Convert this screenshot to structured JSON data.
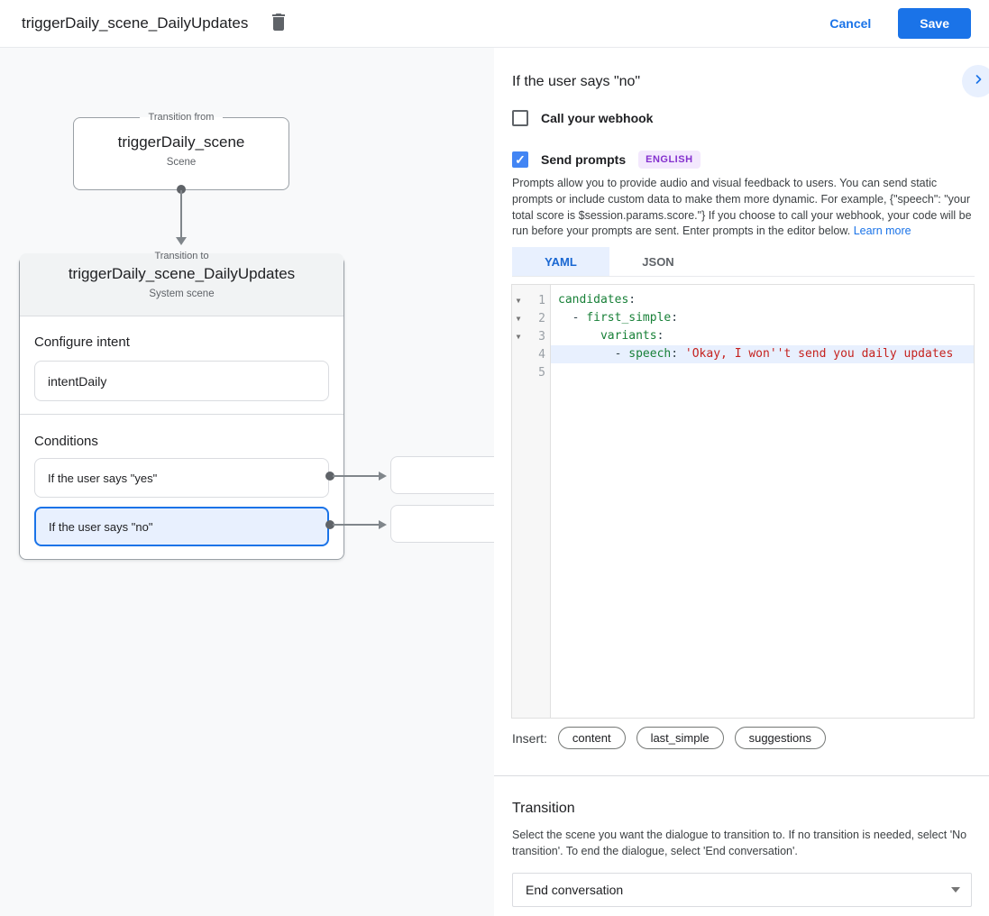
{
  "app_bar": {
    "title": "triggerDaily_scene_DailyUpdates",
    "cancel_label": "Cancel",
    "save_label": "Save"
  },
  "diagram": {
    "transition_from": {
      "legend": "Transition from",
      "title": "triggerDaily_scene",
      "subtitle": "Scene"
    },
    "transition_to": {
      "legend": "Transition to",
      "title": "triggerDaily_scene_DailyUpdates",
      "subtitle": "System scene"
    },
    "configure_intent": {
      "label": "Configure intent",
      "value": "intentDaily"
    },
    "conditions": {
      "label": "Conditions",
      "items": [
        {
          "label": "If the user says \"yes\"",
          "selected": false
        },
        {
          "label": "If the user says \"no\"",
          "selected": true
        }
      ]
    }
  },
  "panel": {
    "heading": "If the user says \"no\"",
    "webhook_checkbox": {
      "label": "Call your webhook",
      "checked": false
    },
    "prompts_checkbox": {
      "label": "Send prompts",
      "checked": true,
      "badge": "ENGLISH"
    },
    "description": "Prompts allow you to provide audio and visual feedback to users. You can send static prompts or include custom data to make them more dynamic. For example, {\"speech\": \"your total score is $session.params.score.\"} If you choose to call your webhook, your code will be run before your prompts are sent. Enter prompts in the editor below.",
    "learn_more_label": "Learn more",
    "tabs": [
      {
        "label": "YAML",
        "active": true
      },
      {
        "label": "JSON",
        "active": false
      }
    ],
    "editor": {
      "lines": [
        {
          "num": "1",
          "fold": true,
          "highlight": false,
          "tokens": [
            {
              "t": "key",
              "v": "candidates"
            },
            {
              "t": "p",
              "v": ":"
            }
          ]
        },
        {
          "num": "2",
          "fold": true,
          "highlight": false,
          "tokens": [
            {
              "t": "p",
              "v": "  - "
            },
            {
              "t": "key",
              "v": "first_simple"
            },
            {
              "t": "p",
              "v": ":"
            }
          ]
        },
        {
          "num": "3",
          "fold": true,
          "highlight": false,
          "tokens": [
            {
              "t": "p",
              "v": "      "
            },
            {
              "t": "key",
              "v": "variants"
            },
            {
              "t": "p",
              "v": ":"
            }
          ]
        },
        {
          "num": "4",
          "fold": false,
          "highlight": true,
          "tokens": [
            {
              "t": "p",
              "v": "        - "
            },
            {
              "t": "key",
              "v": "speech"
            },
            {
              "t": "p",
              "v": ": "
            },
            {
              "t": "str",
              "v": "'Okay, I won''t send you daily updates"
            }
          ]
        },
        {
          "num": "5",
          "fold": false,
          "highlight": false,
          "tokens": []
        }
      ]
    },
    "insert": {
      "label": "Insert:",
      "chips": [
        "content",
        "last_simple",
        "suggestions"
      ]
    },
    "transition": {
      "heading": "Transition",
      "description": "Select the scene you want the dialogue to transition to. If no transition is needed, select 'No transition'. To end the dialogue, select 'End conversation'.",
      "dropdown_value": "End conversation"
    }
  },
  "colors": {
    "accent_blue": "#1a73e8",
    "checkbox_blue": "#4285f4",
    "selection_bg": "#e8f0fe",
    "code_key_green": "#188038",
    "code_string_red": "#c5221f",
    "badge_purple": "#8430ce"
  }
}
